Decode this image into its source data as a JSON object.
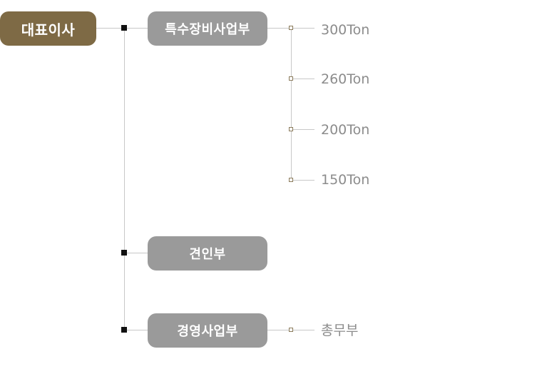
{
  "ceo": {
    "label": "대표이사"
  },
  "departments": [
    {
      "label": "특수장비사업부",
      "subs": [
        "300Ton",
        "260Ton",
        "200Ton",
        "150Ton"
      ]
    },
    {
      "label": "견인부",
      "subs": []
    },
    {
      "label": "경영사업부",
      "subs": [
        "총무부"
      ]
    }
  ],
  "colors": {
    "ceo": "#7e6a45",
    "department": "#9a9a9a",
    "line": "#c8c8c8",
    "sub_text": "#8c8c8c"
  }
}
